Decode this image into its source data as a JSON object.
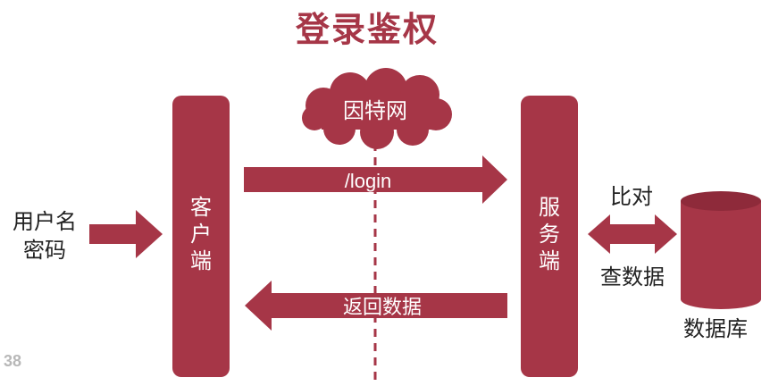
{
  "title": "登录鉴权",
  "slide_number": "38",
  "colors": {
    "primary": "#a63647",
    "primary_dark": "#8e2a3a",
    "text": "#222222",
    "white": "#ffffff",
    "slide_number": "#b8b8b8"
  },
  "input": {
    "line1": "用户名",
    "line2": "密码"
  },
  "client": {
    "line1": "客",
    "line2": "户",
    "line3": "端"
  },
  "server": {
    "line1": "服",
    "line2": "务",
    "line3": "端"
  },
  "internet": {
    "label": "因特网"
  },
  "request": {
    "label": "/login"
  },
  "response": {
    "label": "返回数据"
  },
  "compare": {
    "label": "比对"
  },
  "query": {
    "label": "查数据"
  },
  "database": {
    "label": "数据库"
  }
}
